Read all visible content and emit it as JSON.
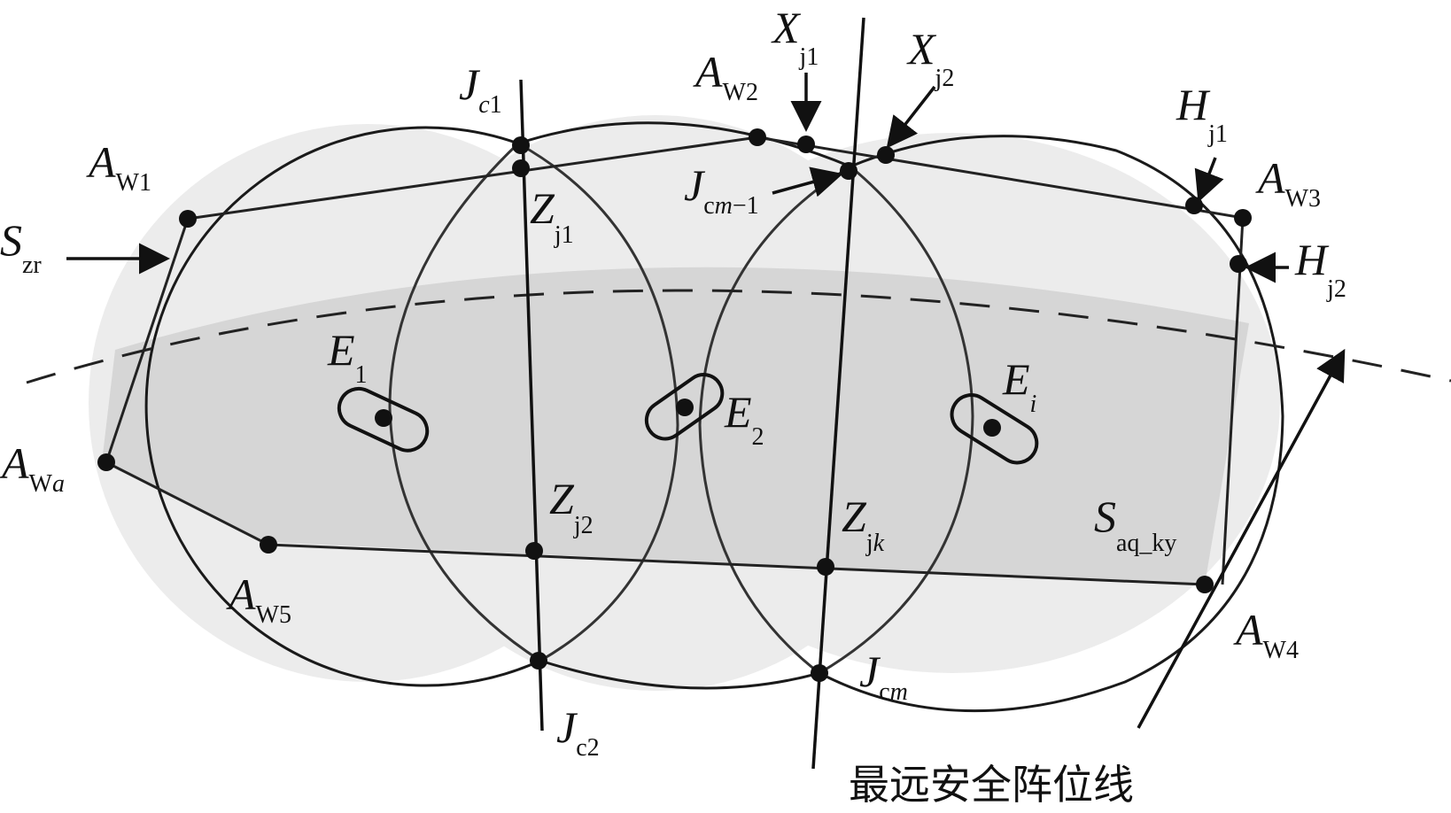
{
  "labels": {
    "Aw1": {
      "main": "A",
      "sub": "W",
      "subn": "1"
    },
    "Aw2": {
      "main": "A",
      "sub": "W",
      "subn": "2"
    },
    "Aw3": {
      "main": "A",
      "sub": "W",
      "subn": "3"
    },
    "Aw4": {
      "main": "A",
      "sub": "W",
      "subn": "4"
    },
    "Aw5": {
      "main": "A",
      "sub": "W",
      "subn": "5"
    },
    "Awa": {
      "main": "A",
      "sub": "W",
      "subi": "a"
    },
    "Jc1": {
      "main": "J",
      "sub": "c",
      "subn": "1"
    },
    "Jc2": {
      "main": "J",
      "sub": "c",
      "subn": "2"
    },
    "Jcm1": {
      "main": "J",
      "sub": "c",
      "subi": "m",
      "tail": "−1"
    },
    "Jcm": {
      "main": "J",
      "sub": "c",
      "subi": "m"
    },
    "Xj1": {
      "main": "X",
      "sub": "j",
      "subn": "1"
    },
    "Xj2": {
      "main": "X",
      "sub": "j",
      "subn": "2"
    },
    "Hj1": {
      "main": "H",
      "sub": "j",
      "subn": "1"
    },
    "Hj2": {
      "main": "H",
      "sub": "j",
      "subn": "2"
    },
    "Zj1": {
      "main": "Z",
      "sub": "j",
      "subn": "1"
    },
    "Zj2": {
      "main": "Z",
      "sub": "j",
      "subn": "2"
    },
    "Zjk": {
      "main": "Z",
      "sub": "j",
      "subi": "k"
    },
    "Szr": {
      "main": "S",
      "sub": "zr"
    },
    "Saq": {
      "main": "S",
      "sub": "aq_ky"
    },
    "E1": {
      "main": "E",
      "subn": "1"
    },
    "E2": {
      "main": "E",
      "subn": "2"
    },
    "Ei": {
      "main": "E",
      "subi": "i"
    }
  },
  "caption": "最远安全阵位线",
  "colors": {
    "outer_fill": "#ececec",
    "inner_fill": "#d6d6d6",
    "stroke": "#1a1a1a",
    "dot": "#111111"
  }
}
